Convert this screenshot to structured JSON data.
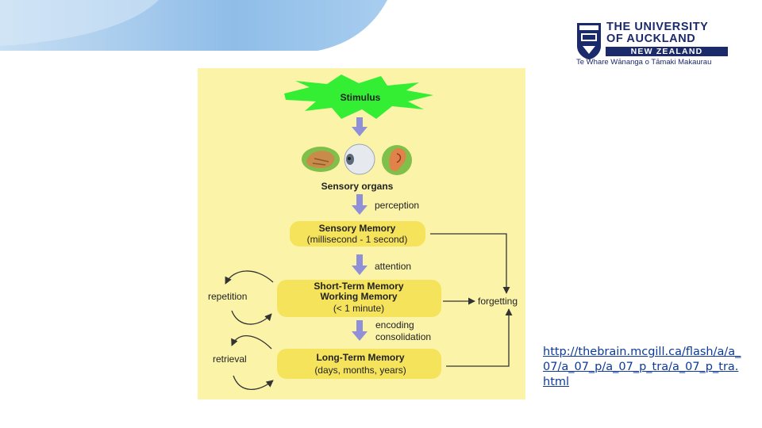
{
  "header": {
    "logo": {
      "line1": "THE UNIVERSITY",
      "line2": "OF AUCKLAND",
      "line3": "NEW ZEALAND",
      "line4": "Te Whare Wānanga o Tāmaki Makaurau"
    }
  },
  "diagram": {
    "stimulus": "Stimulus",
    "sensory_organs": "Sensory organs",
    "perception": "perception",
    "sensory_memory": {
      "title": "Sensory Memory",
      "subtitle": "(millisecond - 1 second)"
    },
    "attention": "attention",
    "short_term": {
      "line1": "Short-Term Memory",
      "line2": "Working Memory",
      "line3": "(< 1 minute)"
    },
    "encoding": "encoding",
    "consolidation": "consolidation",
    "long_term": {
      "title": "Long-Term Memory",
      "subtitle": "(days, months, years)"
    },
    "repetition": "repetition",
    "retrieval": "retrieval",
    "forgetting": "forgetting"
  },
  "source_link": "http://thebrain.mcgill.ca/flash/a/a_07/a_07_p/a_07_p_tra/a_07_p_tra.html",
  "colors": {
    "panel": "#fbf4a8",
    "box": "#f6e35c",
    "arrow": "#8f90d8",
    "star": "#33ee33",
    "header_blue": "#8fbde8",
    "logo_navy": "#1b2a6b",
    "link": "#0c3a9a"
  }
}
